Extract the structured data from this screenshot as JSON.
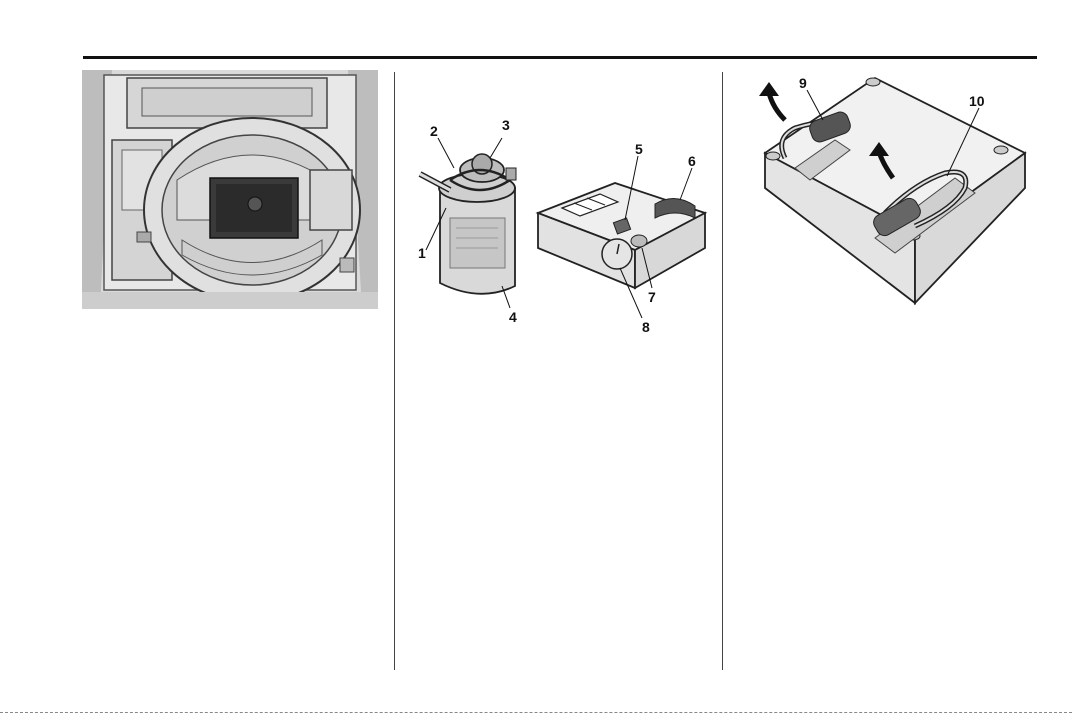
{
  "figure2": {
    "callouts": [
      "1",
      "2",
      "3",
      "4",
      "5",
      "6",
      "7",
      "8"
    ]
  },
  "figure3": {
    "callouts": [
      "9",
      "10"
    ]
  }
}
